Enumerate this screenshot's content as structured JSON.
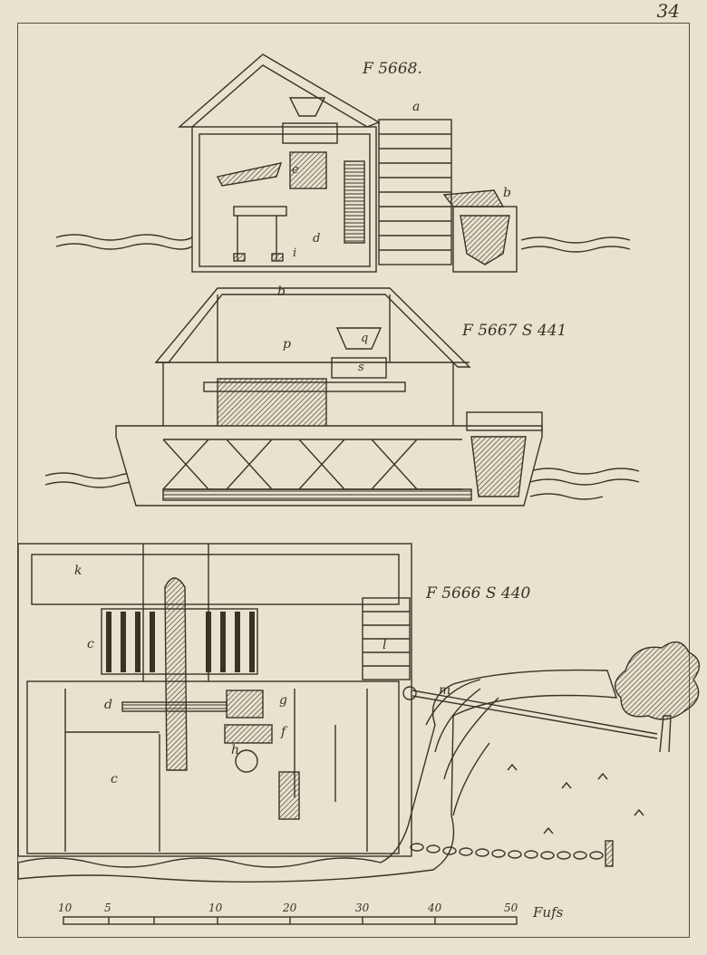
{
  "page_number": "34",
  "figures": [
    {
      "id": "fig-5668",
      "caption": "F 5668."
    },
    {
      "id": "fig-5667",
      "caption": "F 5667  S 441"
    },
    {
      "id": "fig-5666",
      "caption": "F 5666  S 440"
    }
  ],
  "part_letters": {
    "a": "a",
    "b": "b",
    "c": "c",
    "d": "d",
    "e": "e",
    "f": "f",
    "g": "g",
    "h": "h",
    "i": "i",
    "k": "k",
    "l": "l",
    "m": "m",
    "p": "p",
    "q": "q",
    "s": "s"
  },
  "scale": {
    "ticks": [
      "10",
      "5",
      "10",
      "20",
      "30",
      "40",
      "50"
    ],
    "unit": "Fufs"
  },
  "colors": {
    "ink": "#3b3226",
    "paper": "#e8e2cf"
  }
}
